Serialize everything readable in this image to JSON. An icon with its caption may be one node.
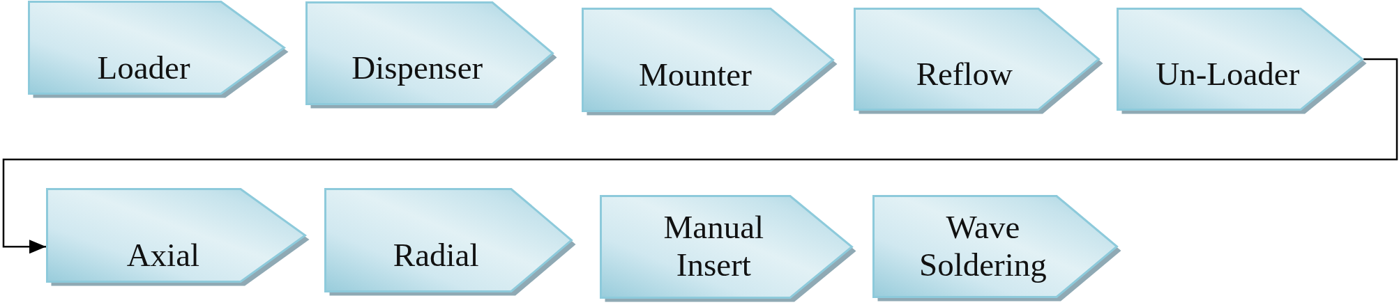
{
  "diagram": {
    "nodes": [
      {
        "text": [
          "Loader"
        ]
      },
      {
        "text": [
          "Dispenser"
        ]
      },
      {
        "text": [
          "Mounter"
        ]
      },
      {
        "text": [
          "Reflow"
        ]
      },
      {
        "text": [
          "Un-Loader"
        ]
      },
      {
        "text": [
          "Axial"
        ]
      },
      {
        "text": [
          "Radial"
        ]
      },
      {
        "text": [
          "Manual Insert"
        ]
      },
      {
        "text": [
          "Wave Soldering"
        ]
      }
    ],
    "edges": [
      {
        "from": 4,
        "to": 5,
        "arrow": "to"
      }
    ]
  }
}
